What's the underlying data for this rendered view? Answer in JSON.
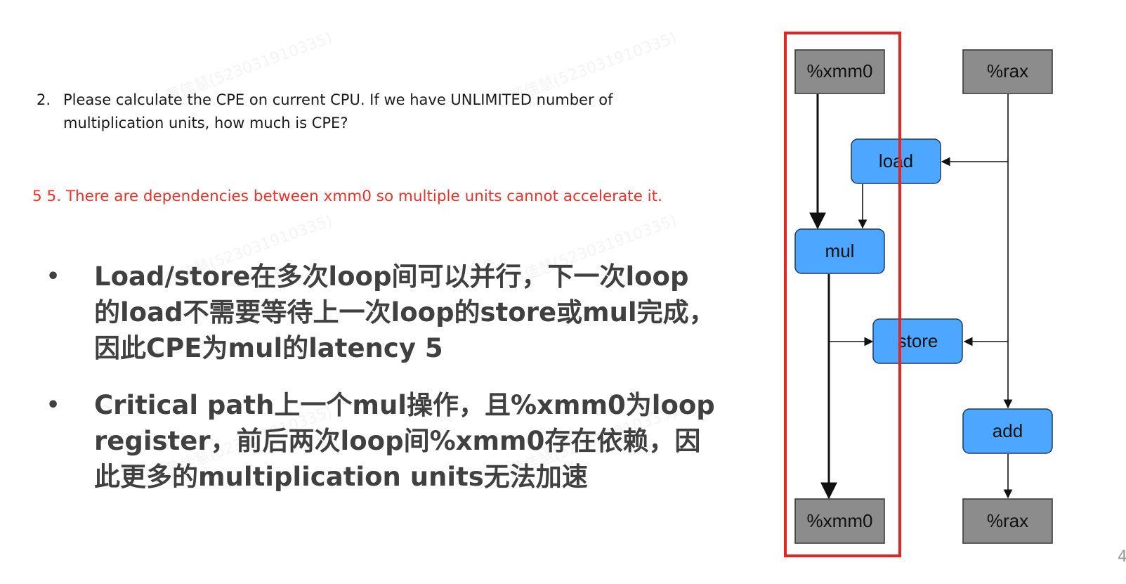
{
  "question": {
    "number": "2.",
    "line1": "Please calculate the CPE on current CPU. If we have UNLIMITED number of",
    "line2": "multiplication units, how much is CPE?"
  },
  "answer": "5 5. There are dependencies between xmm0 so multiple units cannot accelerate it.",
  "bullets": [
    {
      "dot": "•",
      "lines": [
        "Load/store在多次loop间可以并行，下一次loop",
        "的load不需要等待上一次loop的store或mul完成，",
        "因此CPE为mul的latency 5"
      ]
    },
    {
      "dot": "•",
      "lines": [
        "Critical path上一个mul操作，且%xmm0为loop",
        "register，前后两次loop间%xmm0存在依赖，因",
        "此更多的multiplication units无法加速"
      ]
    }
  ],
  "diagram": {
    "nodes": {
      "xmm0_top": "%xmm0",
      "rax_top": "%rax",
      "load": "load",
      "mul": "mul",
      "store": "store",
      "add": "add",
      "xmm0_bottom": "%xmm0",
      "rax_bottom": "%rax"
    },
    "colors": {
      "register": "#8c8c8c",
      "operation": "#4da6ff",
      "highlight": "#e8231f",
      "edge": "#111111"
    }
  },
  "watermark": "黄佳慧(523031910335)",
  "page_mark": "4"
}
